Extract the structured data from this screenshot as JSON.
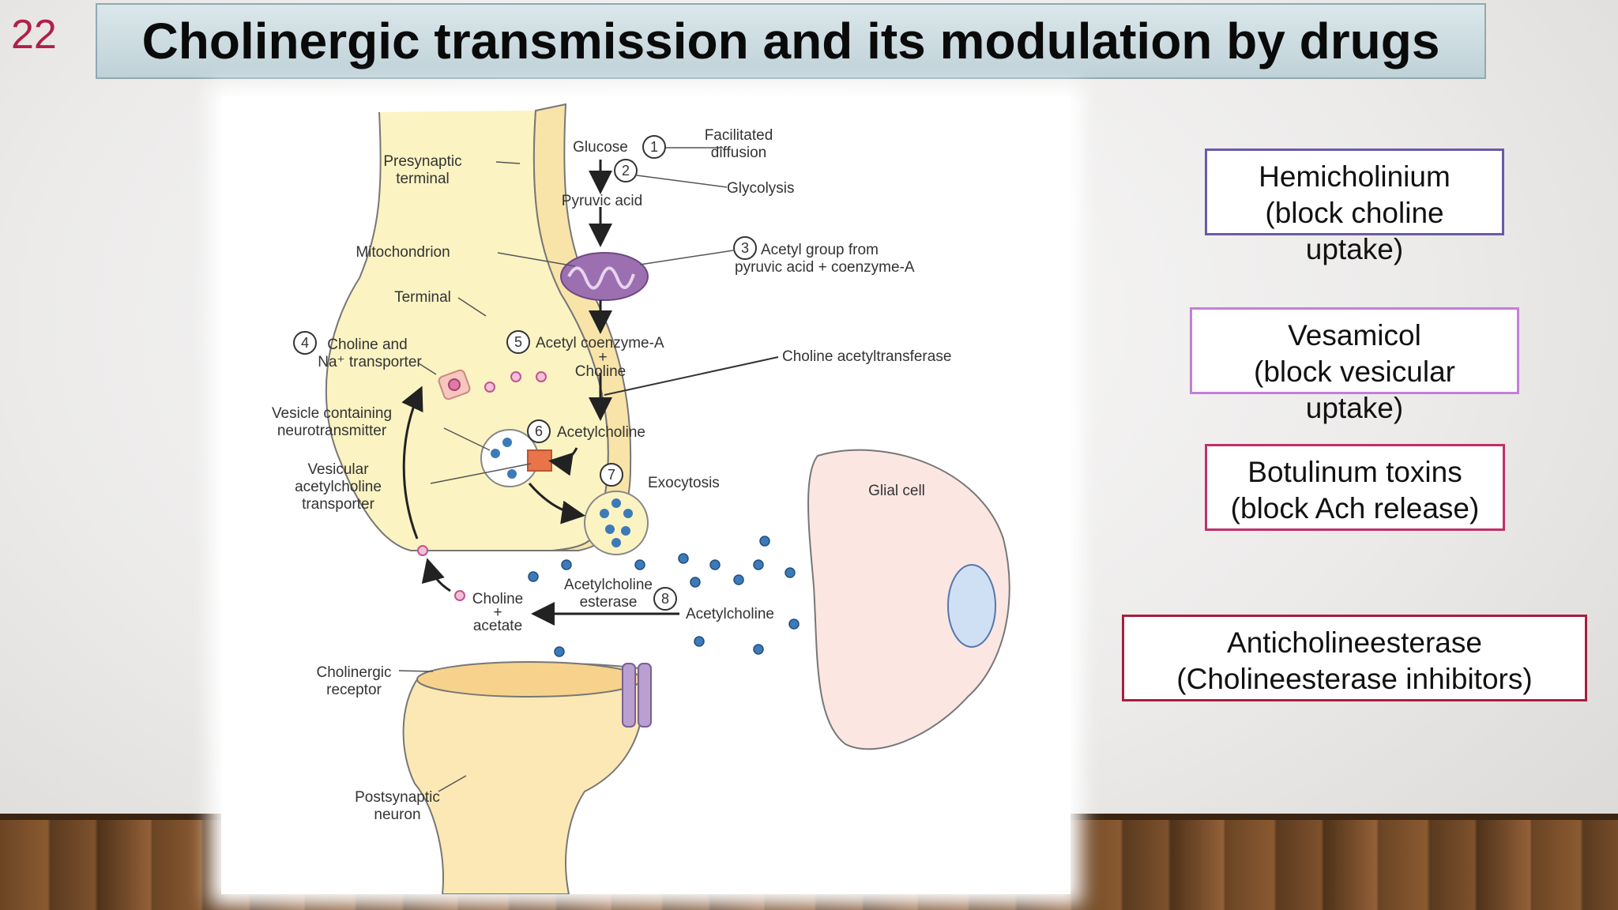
{
  "slide": {
    "number": "22",
    "title": "Cholinergic transmission and its modulation by drugs"
  },
  "diagram": {
    "presynaptic_terminal": [
      "Presynaptic",
      "terminal"
    ],
    "mitochondrion": "Mitochondrion",
    "terminal": "Terminal",
    "choline_transporter": [
      "Choline and",
      "Na⁺ transporter"
    ],
    "vesicle": [
      "Vesicle containing",
      "neurotransmitter"
    ],
    "vat": [
      "Vesicular",
      "acetylcholine",
      "transporter"
    ],
    "cholinergic_receptor": [
      "Cholinergic",
      "receptor"
    ],
    "postsynaptic": [
      "Postsynaptic",
      "neuron"
    ],
    "glucose": "Glucose",
    "pyruvic_acid": "Pyruvic acid",
    "facilitated_diffusion": [
      "Facilitated",
      "diffusion"
    ],
    "glycolysis": "Glycolysis",
    "acetyl_group": [
      "Acetyl group from",
      "pyruvic acid + coenzyme-A"
    ],
    "acetyl_coa": "Acetyl coenzyme-A",
    "plus": "+",
    "choline": "Choline",
    "choline_acetyltransferase": "Choline acetyltransferase",
    "acetylcholine": "Acetylcholine",
    "exocytosis": "Exocytosis",
    "glial_cell": "Glial cell",
    "ache": [
      "Acetylcholine",
      "esterase"
    ],
    "choline_acetate": [
      "Choline",
      "+",
      "acetate"
    ],
    "acetylcholine_cleft": "Acetylcholine",
    "steps": [
      "1",
      "2",
      "3",
      "4",
      "5",
      "6",
      "7",
      "8"
    ]
  },
  "drugs": [
    {
      "lines": [
        "Hemicholinium",
        "(block choline",
        "uptake)"
      ]
    },
    {
      "lines": [
        "Vesamicol",
        "(block vesicular",
        "uptake)"
      ]
    },
    {
      "lines": [
        "Botulinum toxins",
        "(block Ach release)"
      ]
    },
    {
      "lines": [
        "Anticholineesterase",
        "(Cholineesterase inhibitors)"
      ]
    }
  ],
  "colors": {
    "neuron_fill": "#fbf3c2",
    "mitochondrion": "#9b6fb0",
    "glial_fill": "#fbe6e2",
    "ach_dot": "#3d7ab8",
    "choline_dot": "#e07aa6"
  }
}
